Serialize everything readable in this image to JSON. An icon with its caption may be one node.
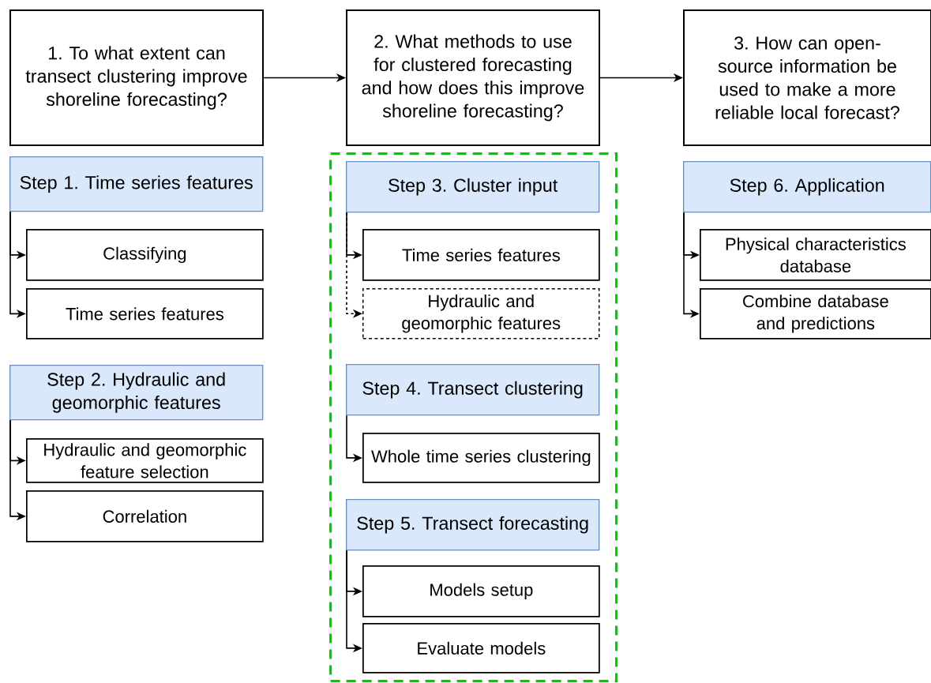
{
  "diagram": {
    "nodes": [
      {
        "text": [
          "1. To what extent can transect clustering improve shoreline forecasting?"
        ]
      },
      {
        "text": [
          "2. What methods to use for clustered forecasting and how does this improve shoreline forecasting?"
        ]
      },
      {
        "text": [
          "3. How can open-source information be used to make a more reliable local forecast?"
        ]
      },
      {
        "text": [
          "Step 1. Time series features"
        ]
      },
      {
        "text": [
          "Classifying"
        ]
      },
      {
        "text": [
          "Time series features"
        ]
      },
      {
        "text": [
          "Step 2. Hydraulic and geomorphic features"
        ]
      },
      {
        "text": [
          "Hydraulic and geomorphic feature selection"
        ]
      },
      {
        "text": [
          "Correlation"
        ]
      },
      {
        "text": [],
        "shape": "box"
      },
      {
        "text": [
          "Step 3. Cluster input"
        ],
        "in": 9
      },
      {
        "text": [
          "Time series features"
        ],
        "in": 9
      },
      {
        "text": [
          "Hydraulic and geomorphic features"
        ],
        "in": 9
      },
      {
        "text": [
          "Step 4. Transect clustering"
        ],
        "in": 9
      },
      {
        "text": [
          "Whole time series clustering"
        ],
        "in": 9
      },
      {
        "text": [
          "Step 5. Transect forecasting"
        ],
        "in": 9
      },
      {
        "text": [
          "Models setup"
        ],
        "in": 9
      },
      {
        "text": [
          "Evaluate models"
        ],
        "in": 9
      },
      {
        "text": [
          "Step 6. Application"
        ]
      },
      {
        "text": [
          "Physical characteristics database"
        ]
      },
      {
        "text": [
          "Combine database and predictions"
        ]
      }
    ],
    "edges": [
      {
        "from": 0,
        "to": 1,
        "arrow": "to"
      },
      {
        "from": 1,
        "to": 2,
        "arrow": "to"
      },
      {
        "from": 3,
        "to": 4,
        "arrow": "to"
      },
      {
        "from": 3,
        "to": 5,
        "arrow": "to"
      },
      {
        "from": 6,
        "to": 7,
        "arrow": "to"
      },
      {
        "from": 6,
        "to": 8,
        "arrow": "to"
      },
      {
        "from": 10,
        "to": 11,
        "arrow": "to"
      },
      {
        "from": 10,
        "to": 12,
        "arrow": "to",
        "style": "dashed"
      },
      {
        "from": 13,
        "to": 14,
        "arrow": "to"
      },
      {
        "from": 15,
        "to": 16,
        "arrow": "to"
      },
      {
        "from": 15,
        "to": 17,
        "arrow": "to"
      },
      {
        "from": 18,
        "to": 19,
        "arrow": "to"
      },
      {
        "from": 18,
        "to": 20,
        "arrow": "to"
      }
    ]
  }
}
